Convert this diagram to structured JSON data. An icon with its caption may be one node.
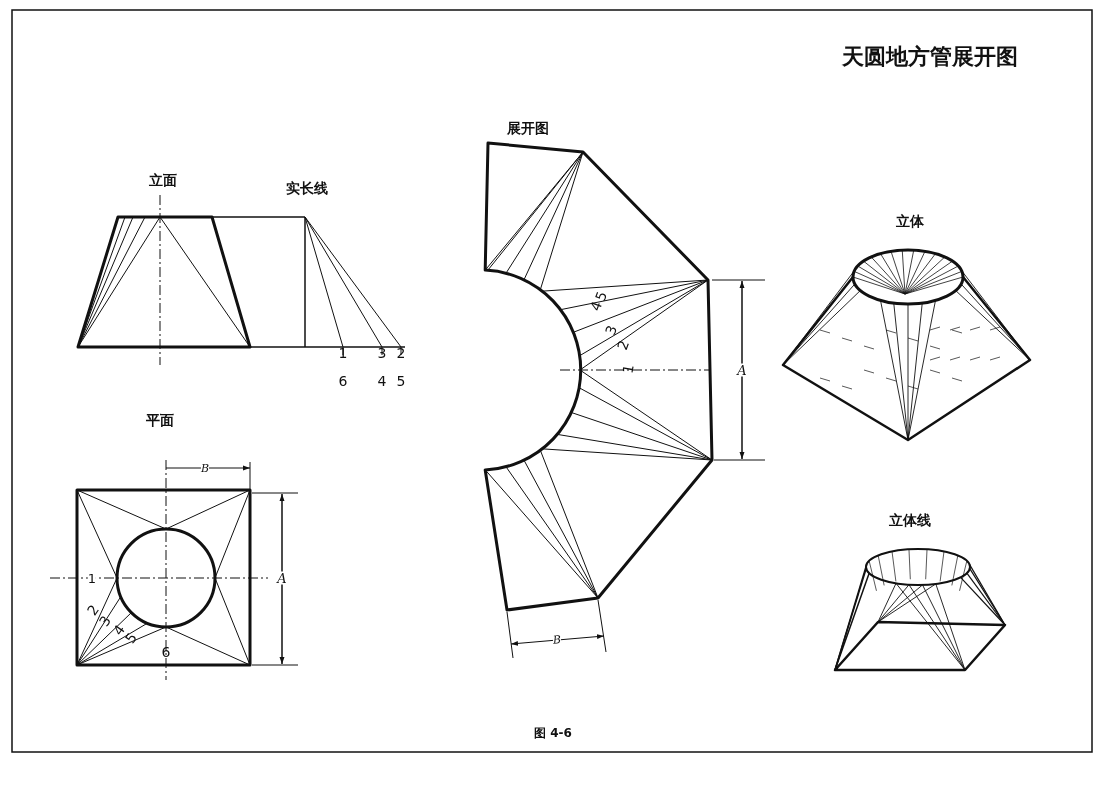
{
  "diagram": {
    "title": "天圆地方管展开图",
    "caption": "图 4-6",
    "labels": [
      "展开图",
      "立面",
      "实长线",
      "立体",
      "4",
      "5",
      "3",
      "2",
      "1",
      "1",
      "3",
      "2",
      "6",
      "4",
      "5",
      "A",
      "平面",
      "B",
      "1",
      "A",
      "2",
      "3",
      "4",
      "5",
      "6",
      "立体线",
      "B"
    ]
  }
}
